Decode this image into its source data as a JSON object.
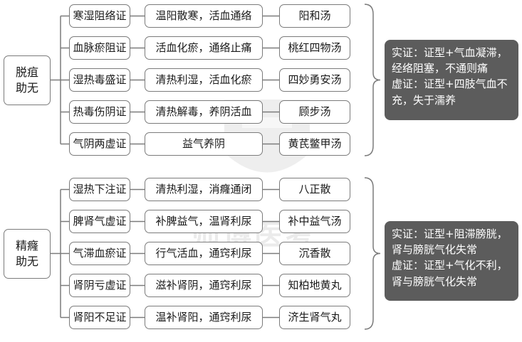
{
  "groups": [
    {
      "category": "脱疽\n助无",
      "rows": [
        {
          "syndrome": "寒湿阻络证",
          "method": "温阳散寒，活血通络",
          "formula": "阳和汤"
        },
        {
          "syndrome": "血脉瘀阻证",
          "method": "活血化瘀，通络止痛",
          "formula": "桃红四物汤"
        },
        {
          "syndrome": "湿热毒盛证",
          "method": "清热利湿，活血化瘀",
          "formula": "四妙勇安汤"
        },
        {
          "syndrome": "热毒伤阴证",
          "method": "清热解毒，养阴活血",
          "formula": "顾步汤"
        },
        {
          "syndrome": "气阴两虚证",
          "method": "益气养阴",
          "formula": "黄芪鳖甲汤"
        }
      ],
      "note": [
        "实证：证型+气血凝滞，",
        "经络阻塞，不通则痛",
        "虚证：证型+四肢气血不",
        "充，失于濡养"
      ]
    },
    {
      "category": "精癃\n助无",
      "rows": [
        {
          "syndrome": "湿热下注证",
          "method": "清热利湿，消癃通闭",
          "formula": "八正散"
        },
        {
          "syndrome": "脾肾气虚证",
          "method": "补脾益气，温肾利尿",
          "formula": "补中益气汤"
        },
        {
          "syndrome": "气滞血瘀证",
          "method": "行气活血，通窍利尿",
          "formula": "沉香散"
        },
        {
          "syndrome": "肾阴亏虚证",
          "method": "滋补肾阴，通窍利尿",
          "formula": "知柏地黄丸"
        },
        {
          "syndrome": "肾阳不足证",
          "method": "温补肾阳，通窍利尿",
          "formula": "济生肾气丸"
        }
      ],
      "note": [
        "实证：证型+阻滞膀胱，",
        "肾与膀胱气化失常",
        "虚证：证型+气化不利，",
        "肾与膀胱气化失常"
      ]
    }
  ],
  "watermark": "师博医考",
  "colors": {
    "border": "#7b7b7b",
    "note_bg": "#5c5c5c",
    "watermark": "#ebebeb"
  }
}
